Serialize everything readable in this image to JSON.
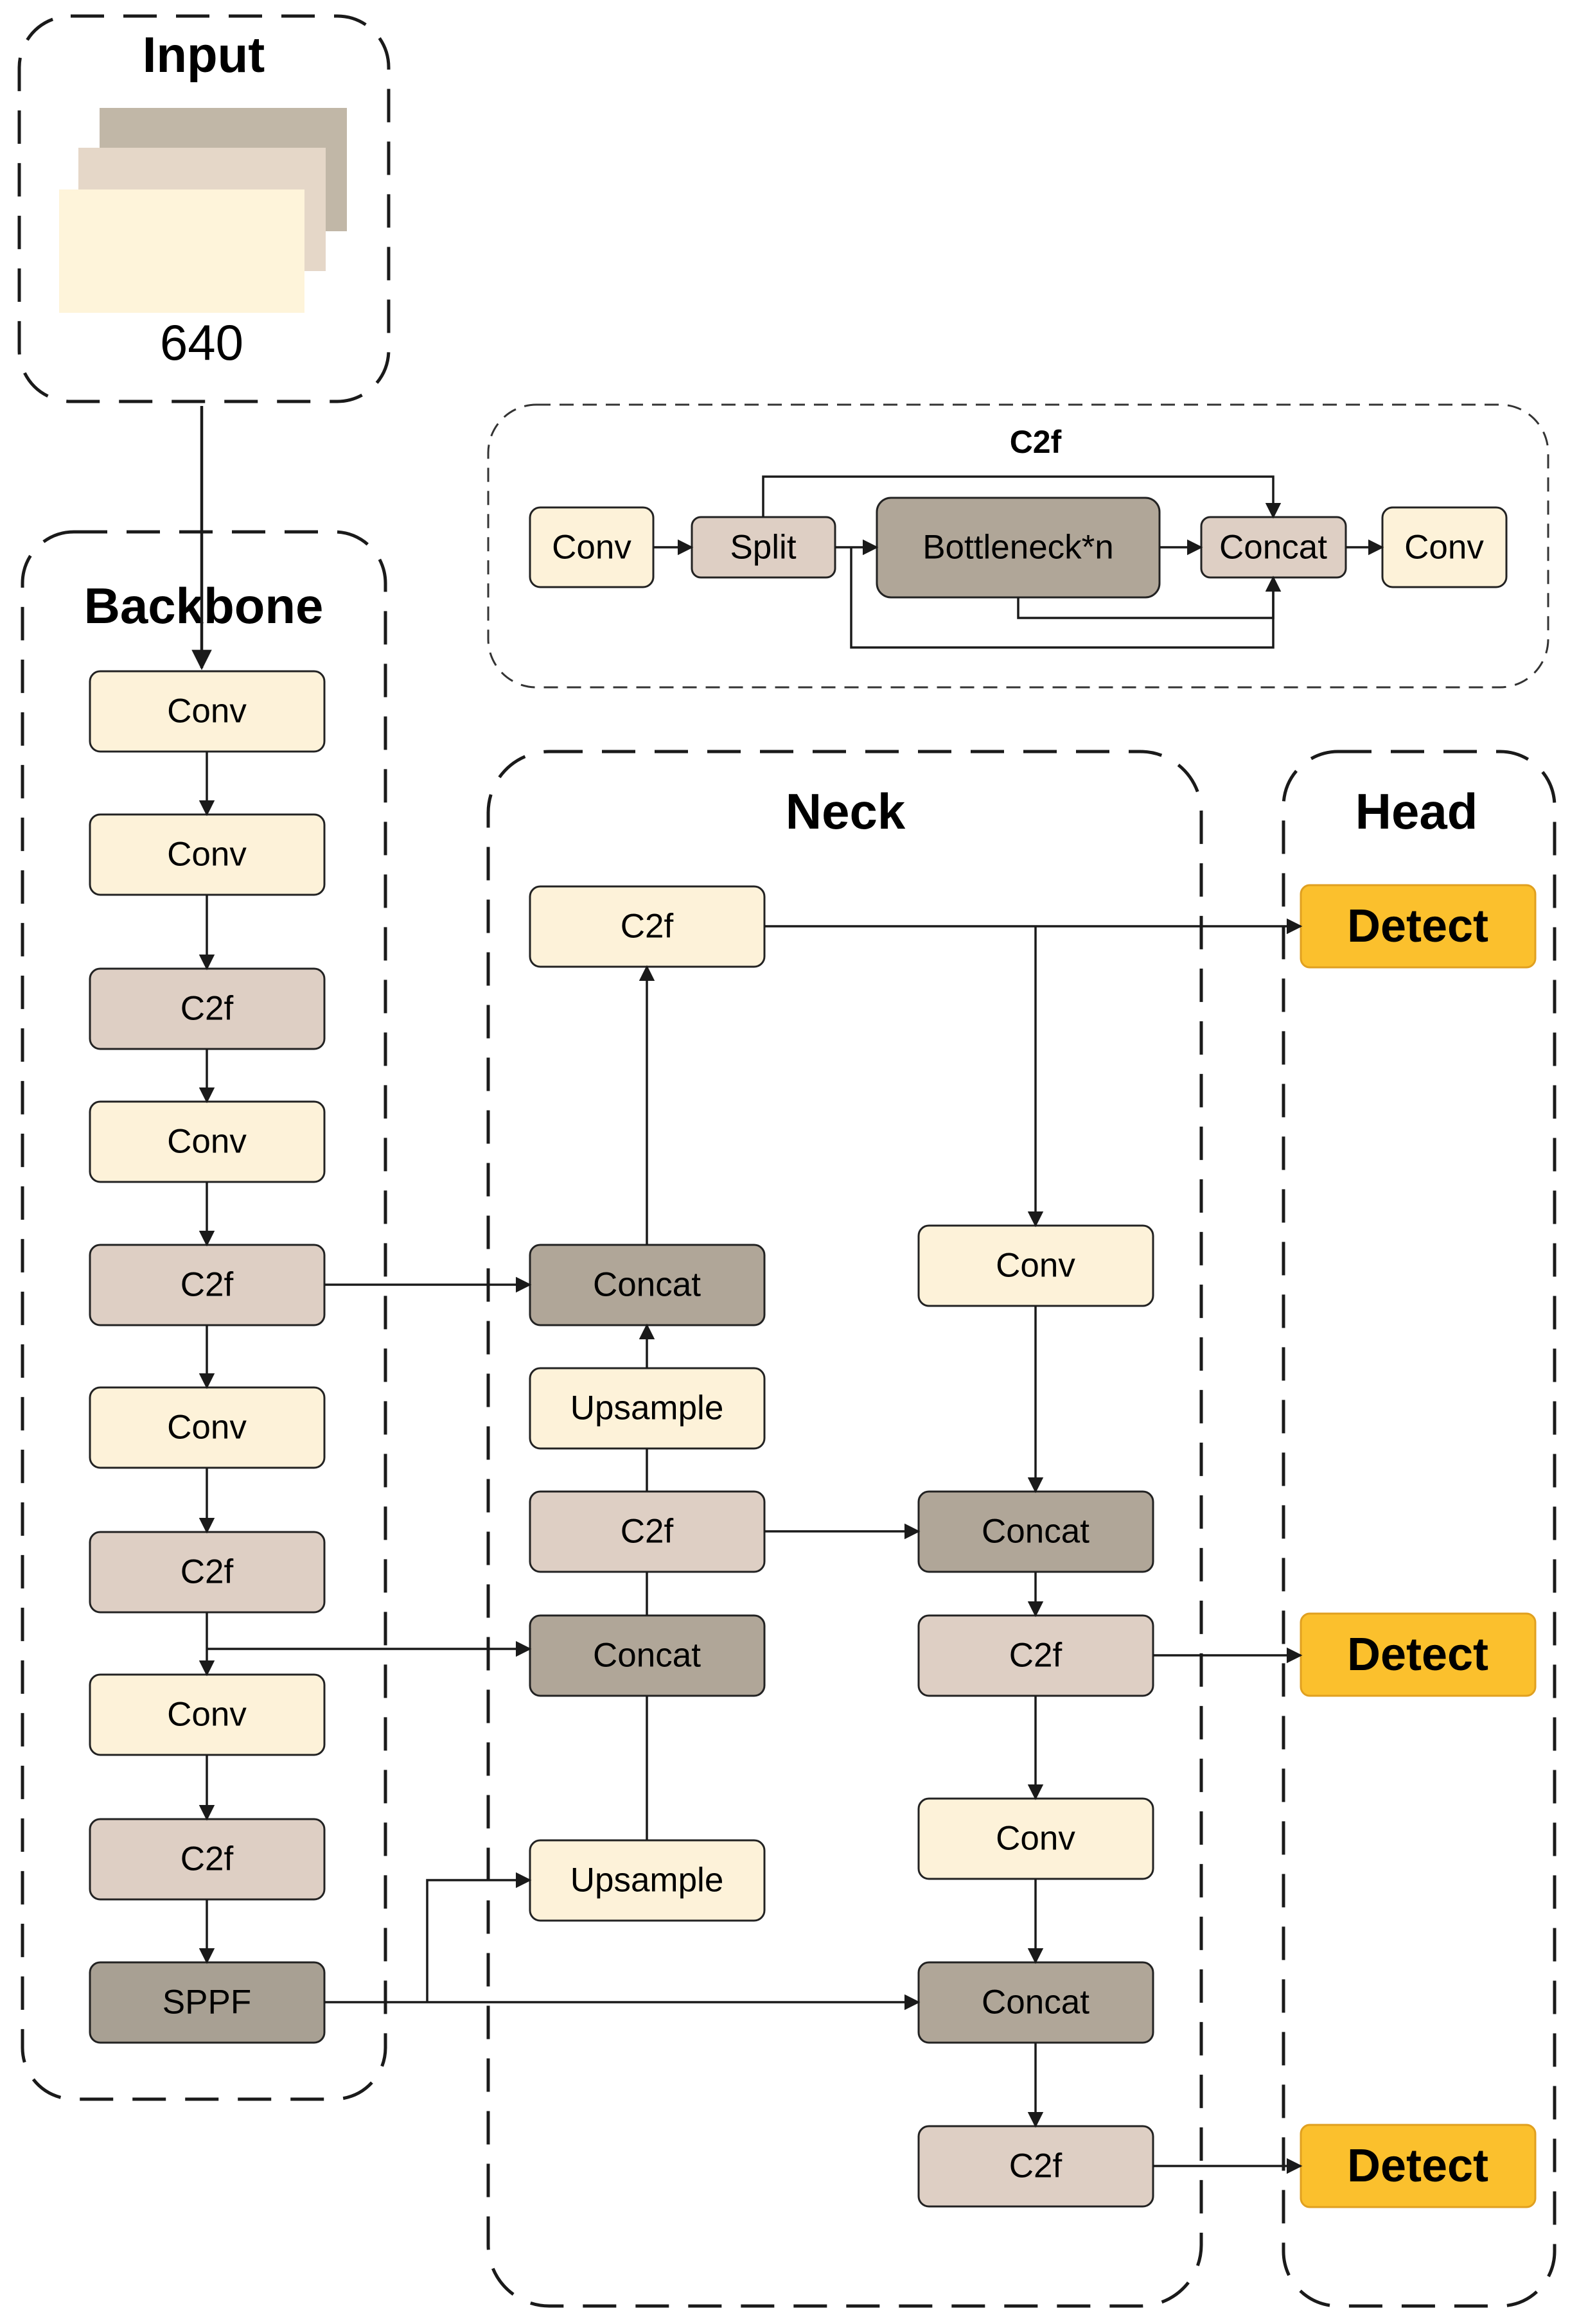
{
  "colors": {
    "conv": "#fdf2d9",
    "c2f": "#decfc4",
    "concat": "#b0a698",
    "sppf": "#a8a093",
    "detect": "#fbc02d",
    "input_back": "#c1b7a7",
    "input_mid": "#e5d7c8",
    "input_front": "#fef4da"
  },
  "regions": {
    "input": "Input",
    "backbone": "Backbone",
    "neck": "Neck",
    "head": "Head",
    "c2f_detail": "C2f"
  },
  "input": {
    "size": "640"
  },
  "c2f_detail": {
    "conv_in": "Conv",
    "split": "Split",
    "bottleneck": "Bottleneck*n",
    "concat": "Concat",
    "conv_out": "Conv"
  },
  "backbone": {
    "nodes": [
      {
        "id": "b1",
        "label": "Conv",
        "kind": "conv"
      },
      {
        "id": "b2",
        "label": "Conv",
        "kind": "conv"
      },
      {
        "id": "b3",
        "label": "C2f",
        "kind": "c2f"
      },
      {
        "id": "b4",
        "label": "Conv",
        "kind": "conv"
      },
      {
        "id": "b5",
        "label": "C2f",
        "kind": "c2f"
      },
      {
        "id": "b6",
        "label": "Conv",
        "kind": "conv"
      },
      {
        "id": "b7",
        "label": "C2f",
        "kind": "c2f"
      },
      {
        "id": "b8",
        "label": "Conv",
        "kind": "conv"
      },
      {
        "id": "b9",
        "label": "C2f",
        "kind": "c2f"
      },
      {
        "id": "b10",
        "label": "SPPF",
        "kind": "sppf"
      }
    ]
  },
  "neck": {
    "nodes": [
      {
        "id": "n1",
        "label": "C2f",
        "kind": "conv"
      },
      {
        "id": "n2",
        "label": "Concat",
        "kind": "concat"
      },
      {
        "id": "n3",
        "label": "Upsample",
        "kind": "conv"
      },
      {
        "id": "n4",
        "label": "C2f",
        "kind": "c2f"
      },
      {
        "id": "n5",
        "label": "Concat",
        "kind": "concat"
      },
      {
        "id": "n6",
        "label": "Upsample",
        "kind": "conv"
      },
      {
        "id": "m1",
        "label": "Conv",
        "kind": "conv"
      },
      {
        "id": "m2",
        "label": "Concat",
        "kind": "concat"
      },
      {
        "id": "m3",
        "label": "C2f",
        "kind": "c2f"
      },
      {
        "id": "m4",
        "label": "Conv",
        "kind": "conv"
      },
      {
        "id": "m5",
        "label": "Concat",
        "kind": "concat"
      },
      {
        "id": "m6",
        "label": "C2f",
        "kind": "c2f"
      }
    ]
  },
  "head": {
    "nodes": [
      {
        "id": "h1",
        "label": "Detect",
        "kind": "detect"
      },
      {
        "id": "h2",
        "label": "Detect",
        "kind": "detect"
      },
      {
        "id": "h3",
        "label": "Detect",
        "kind": "detect"
      }
    ]
  }
}
